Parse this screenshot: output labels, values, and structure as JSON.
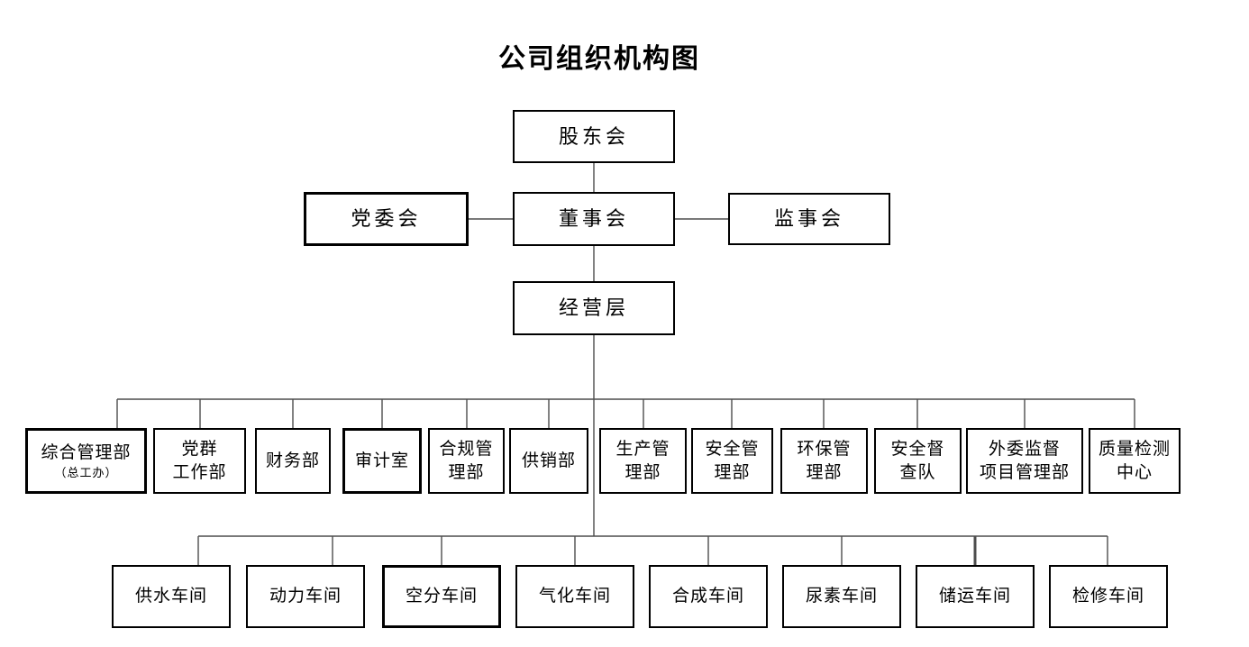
{
  "title": "公司组织机构图",
  "nodes": {
    "shareholders": {
      "label": "股东会"
    },
    "party_committee": {
      "label": "党委会"
    },
    "board": {
      "label": "董事会"
    },
    "supervisory": {
      "label": "监事会"
    },
    "management": {
      "label": "经营层"
    }
  },
  "departments": [
    {
      "id": "general-admin",
      "line1": "综合管理部",
      "line2": "（总工办）"
    },
    {
      "id": "party-mass-work",
      "line1": "党群",
      "line2": "工作部"
    },
    {
      "id": "finance",
      "line1": "财务部"
    },
    {
      "id": "audit",
      "line1": "审计室"
    },
    {
      "id": "compliance",
      "line1": "合规管",
      "line2": "理部"
    },
    {
      "id": "supply-sales",
      "line1": "供销部"
    },
    {
      "id": "production",
      "line1": "生产管",
      "line2": "理部"
    },
    {
      "id": "safety",
      "line1": "安全管",
      "line2": "理部"
    },
    {
      "id": "environment",
      "line1": "环保管",
      "line2": "理部"
    },
    {
      "id": "safety-inspection",
      "line1": "安全督",
      "line2": "查队"
    },
    {
      "id": "outsourcing-supervision",
      "line1": "外委监督",
      "line2": "项目管理部"
    },
    {
      "id": "quality-testing",
      "line1": "质量检测",
      "line2": "中心"
    }
  ],
  "workshops": [
    {
      "id": "water-supply",
      "label": "供水车间"
    },
    {
      "id": "power",
      "label": "动力车间"
    },
    {
      "id": "air-separation",
      "label": "空分车间"
    },
    {
      "id": "gasification",
      "label": "气化车间"
    },
    {
      "id": "synthesis",
      "label": "合成车间"
    },
    {
      "id": "urea",
      "label": "尿素车间"
    },
    {
      "id": "storage-transport",
      "label": "储运车间"
    },
    {
      "id": "maintenance",
      "label": "检修车间"
    }
  ],
  "edges": [
    {
      "from": "股东会",
      "to": "董事会"
    },
    {
      "from": "董事会",
      "to": "党委会"
    },
    {
      "from": "董事会",
      "to": "监事会"
    },
    {
      "from": "董事会",
      "to": "经营层"
    },
    {
      "from": "经营层",
      "to": "各部室（综合管理部（总工办）、党群工作部、财务部、审计室、合规管理部、供销部、生产管理部、安全管理部、环保管理部、安全督查队、外委监督项目管理部、质量检测中心）"
    },
    {
      "from": "经营层",
      "to": "各车间（供水车间、动力车间、空分车间、气化车间、合成车间、尿素车间、储运车间、检修车间）"
    }
  ],
  "colors": {
    "box_border": "#000000",
    "connector": "#4d4d4d",
    "background": "#ffffff",
    "text": "#000000"
  }
}
